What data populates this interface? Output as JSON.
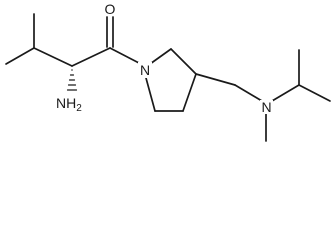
{
  "structure": {
    "atoms": {
      "oxygen": "O",
      "ring_nitrogen": "N",
      "amine_nitrogen": "N",
      "amino_group": {
        "symbol": "NH",
        "subscript": "2"
      }
    },
    "colors": {
      "bond": "#1a1a1a",
      "background": "#ffffff"
    }
  }
}
